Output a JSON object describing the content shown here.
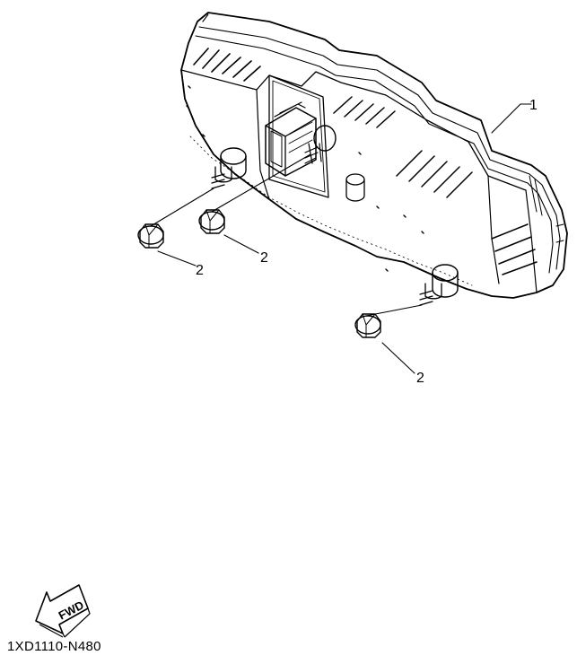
{
  "callouts": {
    "meter_assembly": "1",
    "nut_left": "2",
    "nut_center": "2",
    "nut_right": "2"
  },
  "fwd_label": "FWD",
  "diagram_code": "1XD1110-N480"
}
